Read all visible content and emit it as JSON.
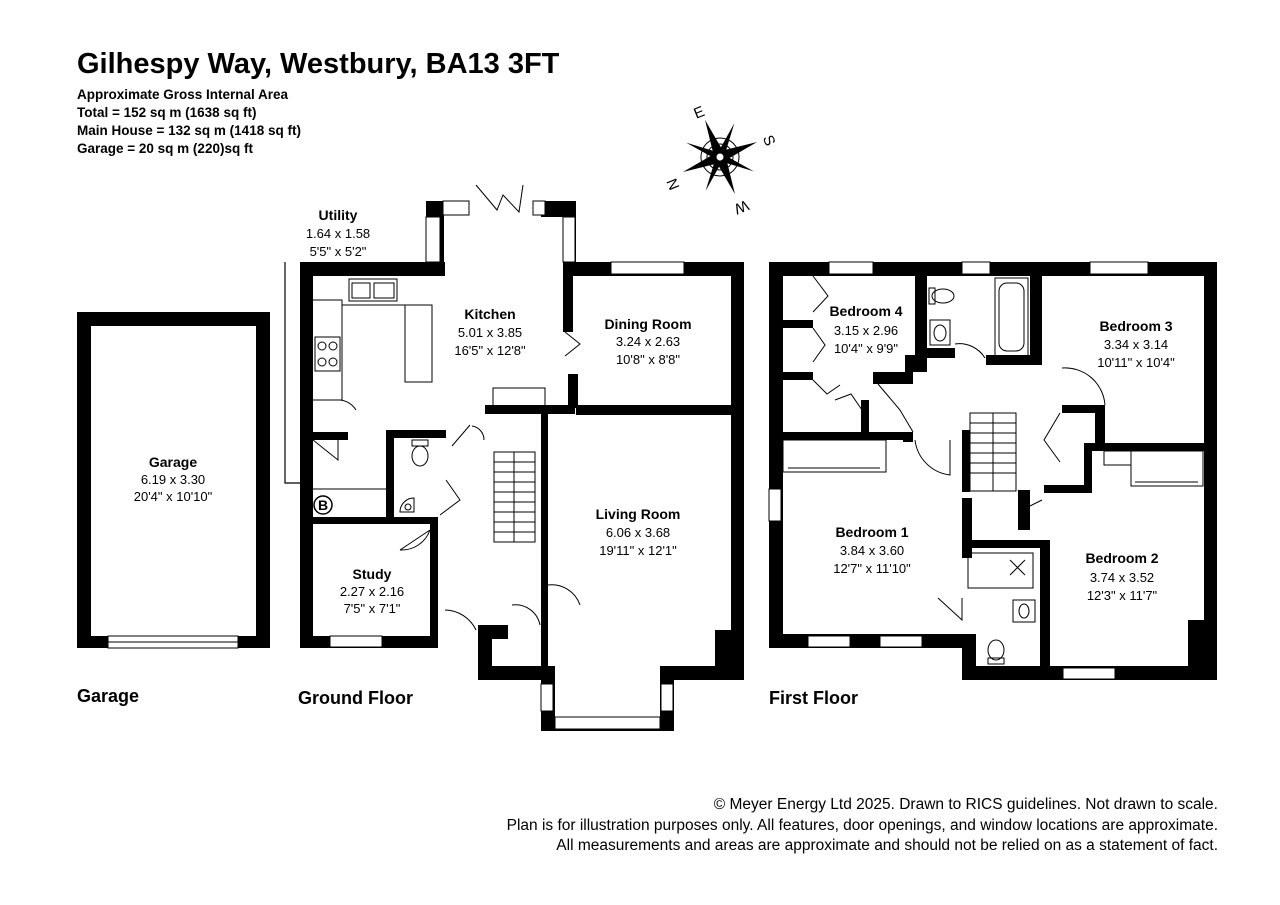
{
  "header": {
    "title": "Gilhespy Way, Westbury, BA13 3FT",
    "area_heading": "Approximate Gross Internal Area",
    "total": "Total = 152 sq m (1638 sq ft)",
    "main_house": "Main House = 132 sq m (1418 sq ft)",
    "garage": "Garage = 20 sq m (220)sq ft"
  },
  "compass": {
    "e": "E",
    "s": "S",
    "n": "N",
    "w": "W"
  },
  "floors": {
    "garage": "Garage",
    "ground": "Ground Floor",
    "first": "First Floor"
  },
  "rooms": {
    "garage": {
      "name": "Garage",
      "metric": "6.19 x 3.30",
      "imperial": "20'4\" x 10'10\""
    },
    "utility": {
      "name": "Utility",
      "metric": "1.64 x 1.58",
      "imperial": "5'5\" x 5'2\""
    },
    "kitchen": {
      "name": "Kitchen",
      "metric": "5.01 x 3.85",
      "imperial": "16'5\" x 12'8\""
    },
    "dining": {
      "name": "Dining Room",
      "metric": "3.24 x 2.63",
      "imperial": "10'8\" x 8'8\""
    },
    "living": {
      "name": "Living Room",
      "metric": "6.06 x 3.68",
      "imperial": "19'11\" x 12'1\""
    },
    "study": {
      "name": "Study",
      "metric": "2.27 x 2.16",
      "imperial": "7'5\" x 7'1\""
    },
    "bed4": {
      "name": "Bedroom 4",
      "metric": "3.15 x 2.96",
      "imperial": "10'4\" x 9'9\""
    },
    "bed3": {
      "name": "Bedroom 3",
      "metric": "3.34 x 3.14",
      "imperial": "10'11\" x 10'4\""
    },
    "bed1": {
      "name": "Bedroom 1",
      "metric": "3.84 x 3.60",
      "imperial": "12'7\" x 11'10\""
    },
    "bed2": {
      "name": "Bedroom 2",
      "metric": "3.74 x 3.52",
      "imperial": "12'3\" x 11'7\""
    }
  },
  "boiler_label": "B",
  "footer": {
    "line1": "© Meyer Energy Ltd 2025. Drawn to RICS guidelines.  Not drawn to scale.",
    "line2": "Plan is for illustration purposes only. All features, door openings, and window locations are approximate.",
    "line3": "All measurements and areas are approximate and should not be relied on as a statement of fact."
  }
}
